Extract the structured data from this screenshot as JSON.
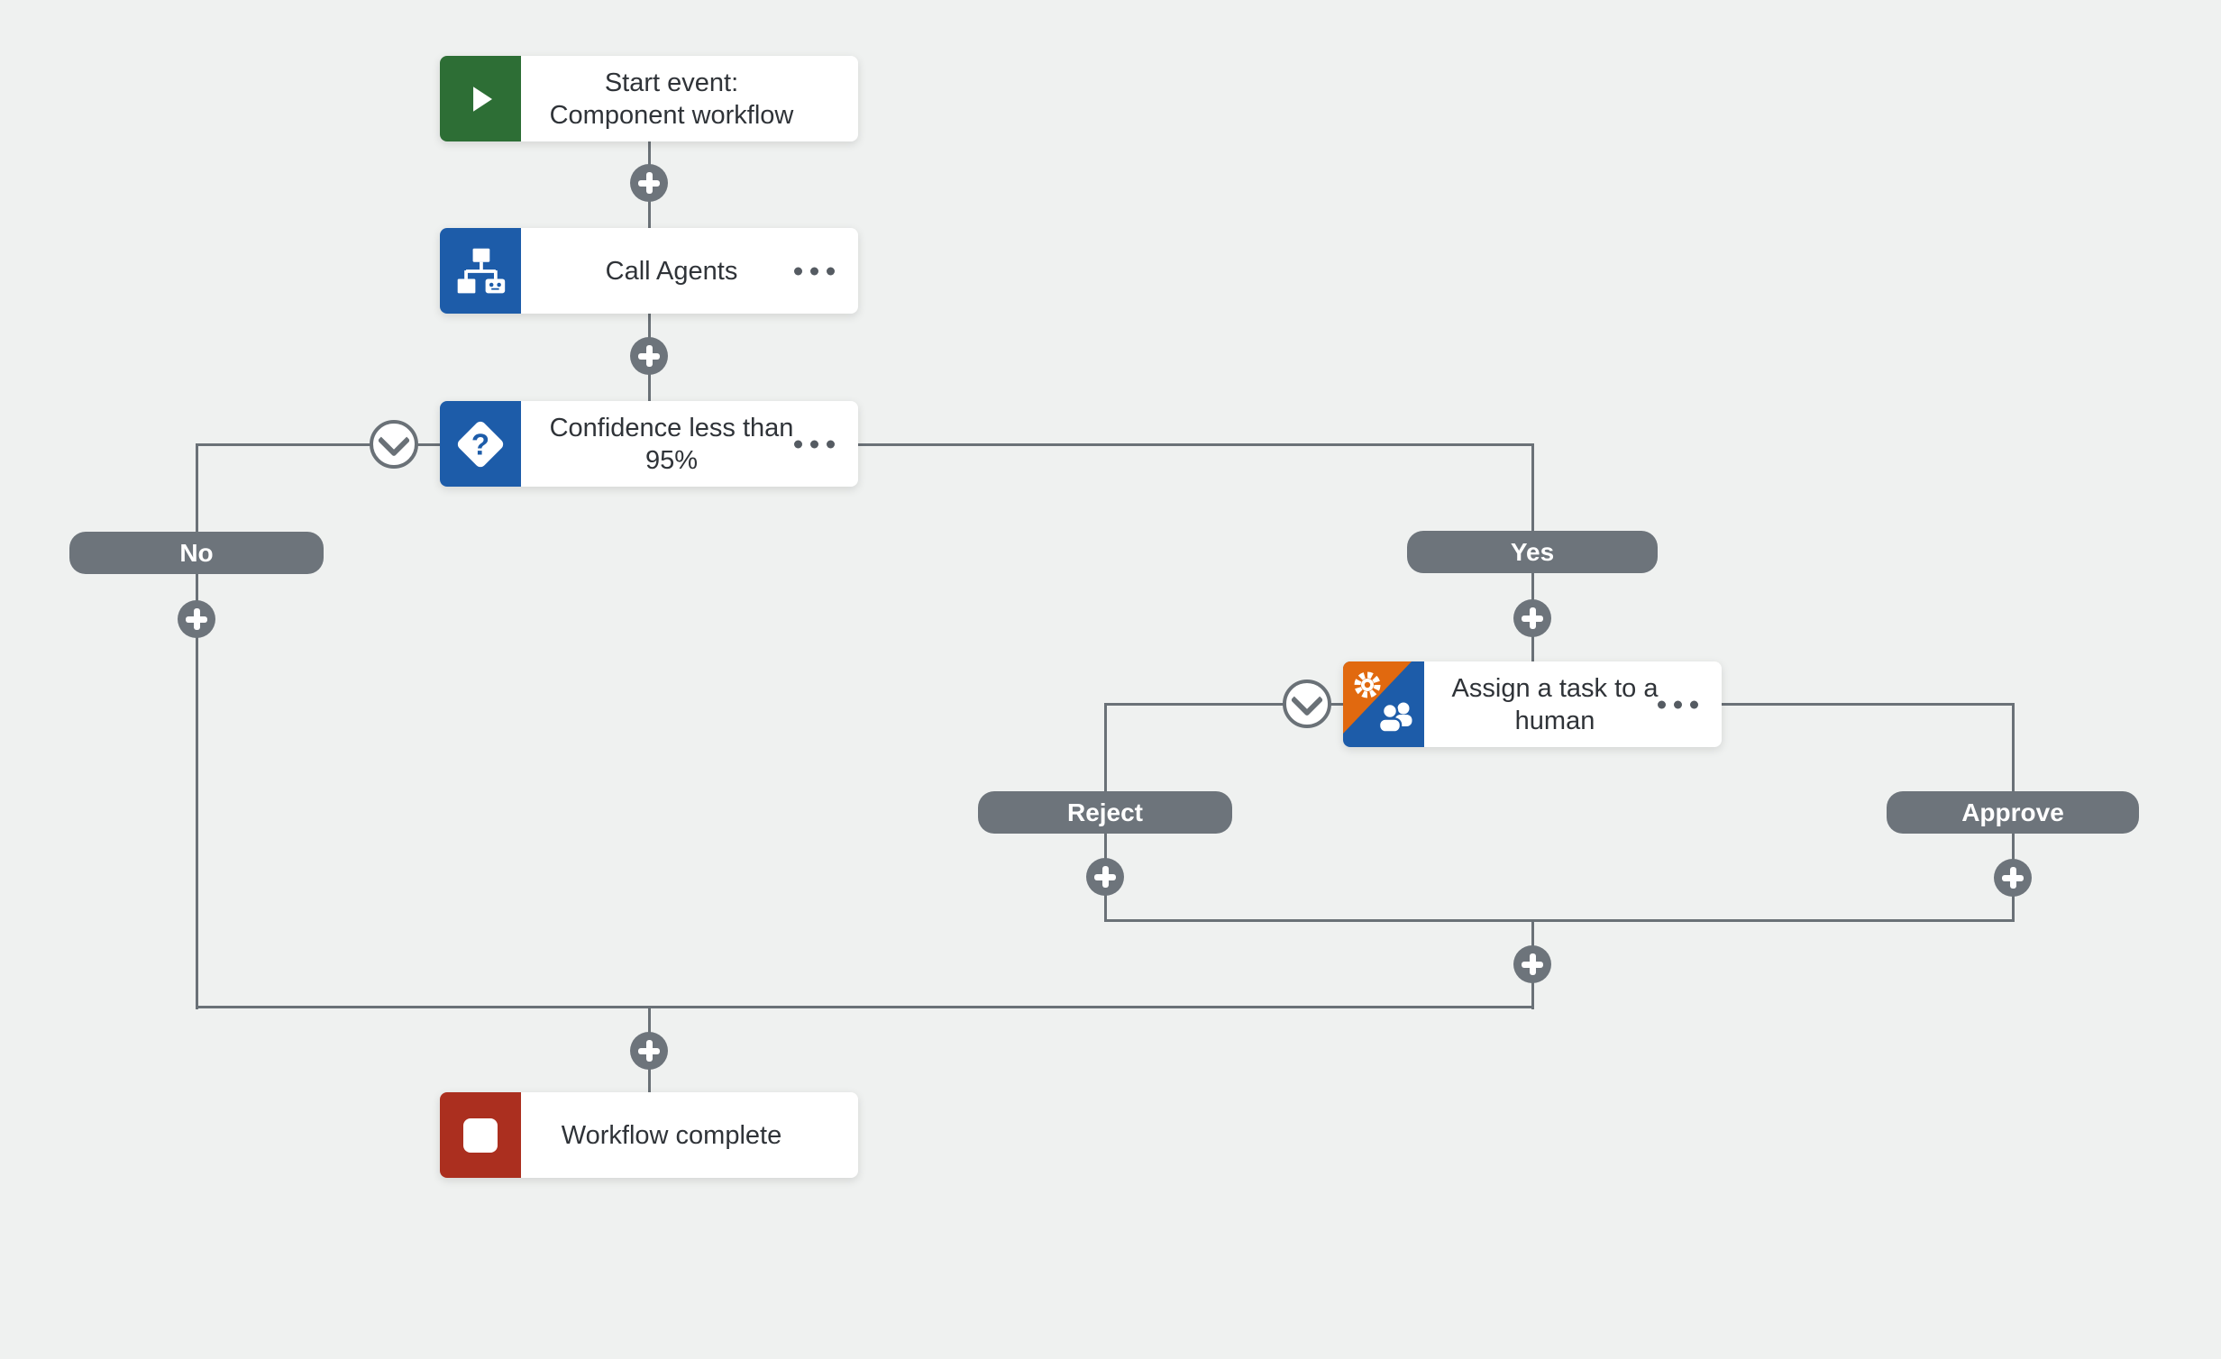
{
  "canvas": {
    "name": "Process model canvas",
    "background": "#eff1f0",
    "connector_color": "#6a7177",
    "branch_pill_color": "#6d747b"
  },
  "nodes": {
    "start": {
      "title": "Start event:\nComponent workflow",
      "icon": "play-icon",
      "icon_color": "#2d6e35"
    },
    "call_agents": {
      "title": "Call Agents",
      "icon": "org-chart-bot-icon",
      "icon_color": "#1d5ca9",
      "menu": "more-options"
    },
    "confidence_gateway": {
      "title": "Confidence less than\n95%",
      "icon": "question-diamond-icon",
      "icon_color": "#1d5ca9",
      "menu": "more-options"
    },
    "assign_task": {
      "title": "Assign a task to a\nhuman",
      "icon": "gear-people-icon",
      "icon_colors": [
        "#e1690f",
        "#1d5ca9"
      ],
      "menu": "more-options"
    },
    "complete": {
      "title": "Workflow complete",
      "icon": "stop-square-icon",
      "icon_color": "#ab2f1f"
    }
  },
  "branch_labels": {
    "no": "No",
    "yes": "Yes",
    "reject": "Reject",
    "approve": "Approve"
  },
  "icons": {
    "add_step": "plus-in-circle",
    "collapse_branch": "chevron-down-in-circle",
    "more_options": "horizontal-ellipsis"
  }
}
